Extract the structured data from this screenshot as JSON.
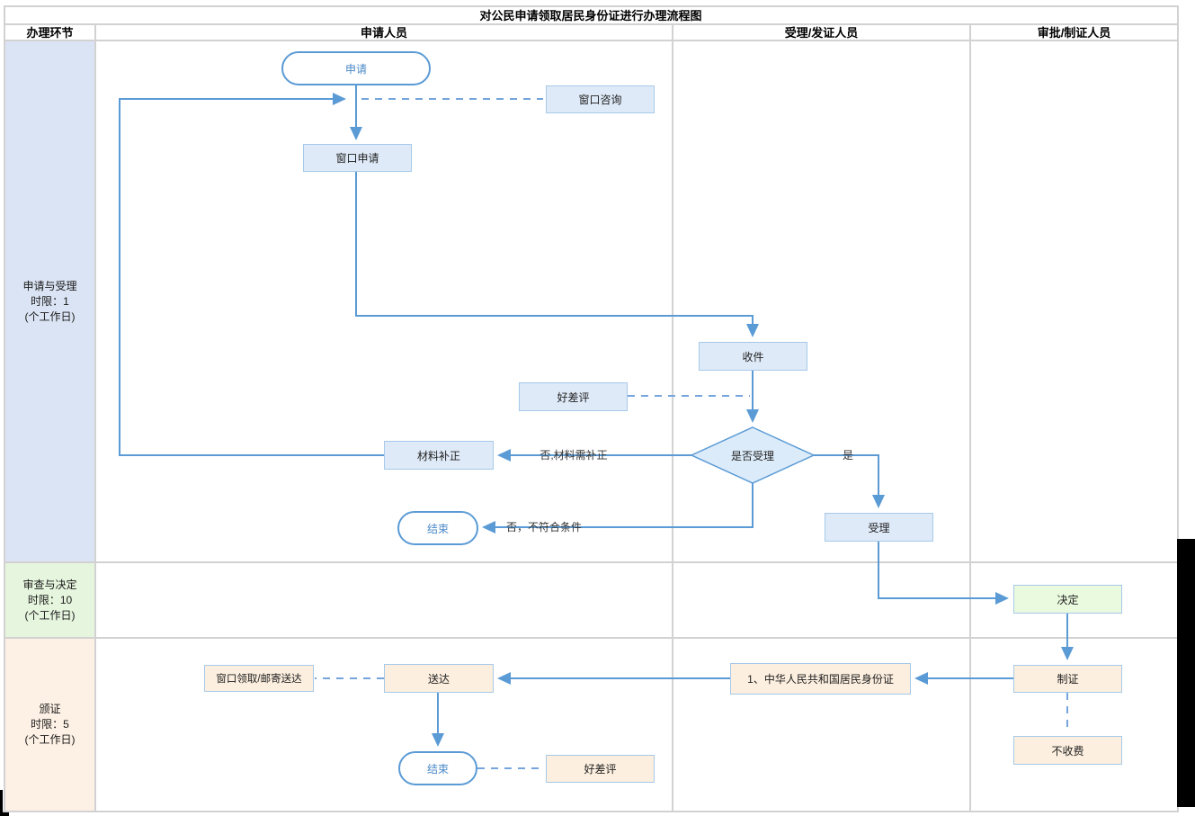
{
  "title": "对公民申请领取居民身份证进行办理流程图",
  "columns": {
    "stage": "办理环节",
    "applicant": "申请人员",
    "acceptor": "受理/发证人员",
    "approver": "审批/制证人员"
  },
  "lanes": {
    "lane1": {
      "line1": "申请与受理",
      "line2": "时限：1",
      "line3": "(个工作日)"
    },
    "lane2": {
      "line1": "审查与决定",
      "line2": "时限：10",
      "line3": "(个工作日)"
    },
    "lane3": {
      "line1": "颁证",
      "line2": "时限：5",
      "line3": "(个工作日)"
    }
  },
  "nodes": {
    "apply": "申请",
    "window_consult": "窗口咨询",
    "window_apply": "窗口申请",
    "receive": "收件",
    "rating_top": "好差评",
    "accept_decision": "是否受理",
    "material_fix": "材料补正",
    "end_top": "结束",
    "accept": "受理",
    "decide": "决定",
    "make_card": "制证",
    "no_fee": "不收费",
    "id_card": "1、中华人民共和国居民身份证",
    "deliver": "送达",
    "pickup": "窗口领取/邮寄送达",
    "end_bottom": "结束",
    "rating_bottom": "好差评"
  },
  "edge_labels": {
    "no_fix": "否,材料需补正",
    "no_reject": "否，不符合条件",
    "yes": "是"
  },
  "colors": {
    "line_blue": "#5b9bd5",
    "dashed_blue": "#75a5dc",
    "node_blue_fill": "#dfeaf8",
    "node_green_fill": "#e9fade",
    "node_orange_fill": "#fcefdf",
    "lane_blue": "#dbe4f4",
    "lane_green": "#e6f5de",
    "lane_orange": "#fdf0e4",
    "grid_gray": "#d2d2d2"
  }
}
